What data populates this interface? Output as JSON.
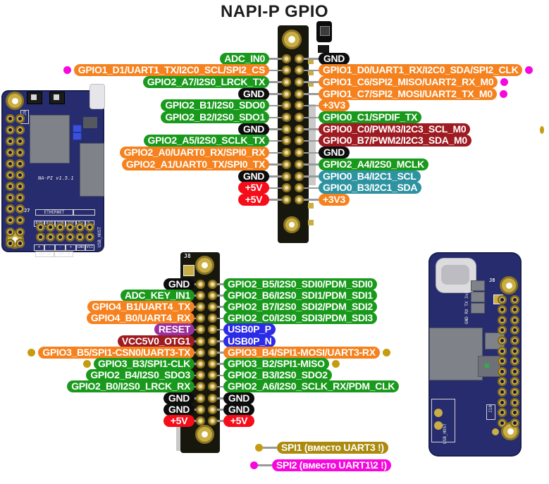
{
  "title": "NAPI-P GPIO",
  "colors": {
    "green": "#1a9a1d",
    "orange": "#f5821f",
    "black": "#0d0d0d",
    "red": "#f50d1a",
    "purple": "#9c2fa0",
    "darkred": "#9e1b22",
    "teal": "#2d93a0",
    "blue": "#2b2be8",
    "magenta": "#f607dd",
    "olive": "#ab8a0e",
    "olive_dot": "#c59c10",
    "line": "#999999",
    "pcb": "#262c6d",
    "gold": "#c9ad45",
    "title": "#1d1d1d"
  },
  "top_header": {
    "rows": [
      {
        "left": {
          "label": "ADC_IN0",
          "color": "green"
        },
        "right": {
          "label": "GND",
          "color": "black"
        }
      },
      {
        "left": {
          "label": "GPIO1_D1/UART1_TX/I2C0_SCL/SPI2_CS",
          "color": "orange",
          "dot": "magenta"
        },
        "right": {
          "label": "GPIO1_D0/UART1_RX/I2C0_SDA/SPI2_CLK",
          "color": "orange",
          "dot": "magenta"
        }
      },
      {
        "left": {
          "label": "GPIO2_A7/I2S0_LRCK_TX",
          "color": "green"
        },
        "right": {
          "label": "GPIO1_C6/SPI2_MISO/UART2_RX_M0",
          "color": "orange",
          "dot": "magenta"
        }
      },
      {
        "left": {
          "label": "GND",
          "color": "black"
        },
        "right": {
          "label": "GPIO1_C7/SPI2_MOSI/UART2_TX_M0",
          "color": "orange",
          "dot": "magenta"
        }
      },
      {
        "left": {
          "label": "GPIO2_B1/I2S0_SDO0",
          "color": "green"
        },
        "right": {
          "label": "+3V3",
          "color": "orange"
        }
      },
      {
        "left": {
          "label": "GPIO2_B2/I2S0_SDO1",
          "color": "green"
        },
        "right": {
          "label": "GPIO0_C1/SPDIF_TX",
          "color": "green"
        }
      },
      {
        "left": {
          "label": "GND",
          "color": "black"
        },
        "right": {
          "label": "GPIO0_C0/PWM3/I2C3_SCL_M0",
          "color": "darkred"
        }
      },
      {
        "left": {
          "label": "GPIO2_A5/I2S0_SCLK_TX",
          "color": "green"
        },
        "right": {
          "label": "GPIO0_B7/PWM2/I2C3_SDA_M0",
          "color": "darkred"
        }
      },
      {
        "left": {
          "label": "GPIO2_A0/UART0_RX/SPI0_RX",
          "color": "orange"
        },
        "right": {
          "label": "GND",
          "color": "black"
        }
      },
      {
        "left": {
          "label": "GPIO2_A1/UART0_TX/SPI0_TX",
          "color": "orange"
        },
        "right": {
          "label": "GPIO2_A4/I2S0_MCLK",
          "color": "green"
        }
      },
      {
        "left": {
          "label": "GND",
          "color": "black"
        },
        "right": {
          "label": "GPIO0_B4/I2C1_SCL",
          "color": "teal"
        }
      },
      {
        "left": {
          "label": "+5V",
          "color": "red"
        },
        "right": {
          "label": "GPIO0_B3/I2C1_SDA",
          "color": "teal"
        }
      },
      {
        "left": {
          "label": "+5V",
          "color": "red"
        },
        "right": {
          "label": "+3V3",
          "color": "orange"
        }
      }
    ]
  },
  "bottom_header": {
    "ref": "J8",
    "rows": [
      {
        "left": {
          "label": "GND",
          "color": "black"
        },
        "right": {
          "label": "GPIO2_B5/I2S0_SDI0/PDM_SDI0",
          "color": "green"
        }
      },
      {
        "left": {
          "label": "ADC_KEY_IN1",
          "color": "green"
        },
        "right": {
          "label": "GPIO2_B6/I2S0_SDI1/PDM_SDI1",
          "color": "green"
        }
      },
      {
        "left": {
          "label": "GPIO4_B1/UART4_TX",
          "color": "orange"
        },
        "right": {
          "label": "GPIO2_B7/I2S0_SDI2/PDM_SDI2",
          "color": "green"
        }
      },
      {
        "left": {
          "label": "GPIO4_B0/UART4_RX",
          "color": "orange"
        },
        "right": {
          "label": "GPIO2_C0/I2S0_SDI3/PDM_SDI3",
          "color": "green"
        }
      },
      {
        "left": {
          "label": "RESET",
          "color": "purple"
        },
        "right": {
          "label": "USB0P_P",
          "color": "blue"
        }
      },
      {
        "left": {
          "label": "VCC5V0_OTG1",
          "color": "darkred"
        },
        "right": {
          "label": "USB0P_N",
          "color": "blue"
        }
      },
      {
        "left": {
          "label": "GPIO3_B5/SPI1-CSN0/UART3-TX",
          "color": "orange",
          "dot": "olive_dot"
        },
        "right": {
          "label": "GPIO3_B4/SPI1-MOSI/UART3-RX",
          "color": "orange",
          "dot": "olive_dot"
        }
      },
      {
        "left": {
          "label": "GPIO3_B3/SPI1-CLK",
          "color": "green",
          "dot": "olive_dot"
        },
        "right": {
          "label": "GPIO3_B2/SPI1-MISO",
          "color": "green",
          "dot": "olive_dot"
        }
      },
      {
        "left": {
          "label": "GPIO2_B4/I2S0_SDO3",
          "color": "green"
        },
        "right": {
          "label": "GPIO2_B3/I2S0_SDO2",
          "color": "green"
        }
      },
      {
        "left": {
          "label": "GPIO2_B0/I2S0_LRCK_RX",
          "color": "green"
        },
        "right": {
          "label": "GPIO2_A6/I2S0_SCLK_RX/PDM_CLK",
          "color": "green"
        }
      },
      {
        "left": {
          "label": "GND",
          "color": "black"
        },
        "right": {
          "label": "GND",
          "color": "black"
        }
      },
      {
        "left": {
          "label": "GND",
          "color": "black"
        },
        "right": {
          "label": "GND",
          "color": "black"
        }
      },
      {
        "left": {
          "label": "+5V",
          "color": "red"
        },
        "right": {
          "label": "+5V",
          "color": "red"
        }
      }
    ]
  },
  "legend": [
    {
      "label": "SPI1 (вместо UART3 !)",
      "color": "olive",
      "dot": "olive_dot"
    },
    {
      "label": "SPI2 (вместо UART1\\2 !)",
      "color": "magenta",
      "dot": "magenta"
    }
  ],
  "left_board": {
    "silkscreen": {
      "j9": "J9",
      "version": "NA-PI v1.5.1",
      "j7": "J7",
      "ethernet": "ETHERNET",
      "eth_pins": [
        "RXN",
        "RXP",
        "TXN",
        "TXP",
        "D+",
        "D-"
      ],
      "eth_signs": [
        "+",
        "-",
        "-",
        "+",
        "GND",
        "VCC"
      ],
      "leds": [
        "LED_GR",
        "LED_YE"
      ],
      "usb_host": "USB_HOST"
    }
  },
  "right_board": {
    "silkscreen": {
      "j8": "J8",
      "uart": "GND RX TX 3v3",
      "j10": "J10",
      "usb_host": "USB_HOST"
    }
  }
}
